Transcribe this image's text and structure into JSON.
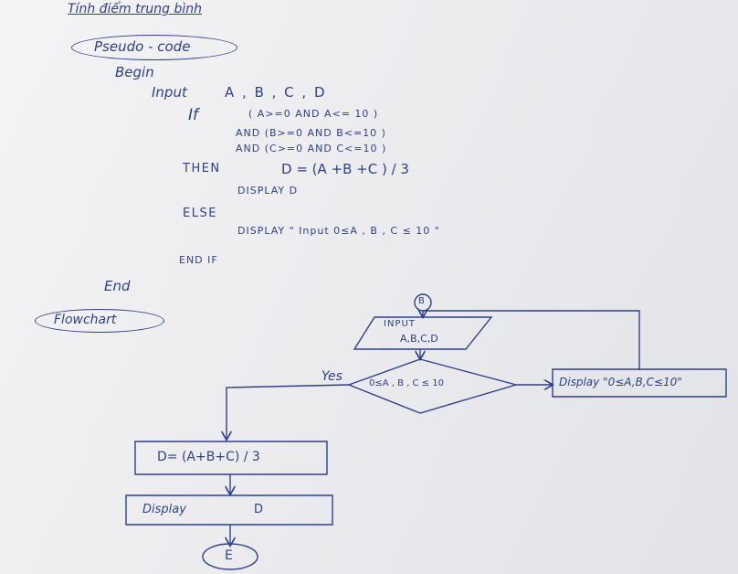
{
  "title": "Tính điểm trung bình",
  "pseudo_label": "Pseudo - code",
  "pseudo": {
    "begin": "Begin",
    "input": "Input",
    "input_vars": "A , B , C , D",
    "if": "If",
    "cond1": "( A>=0   AND      A<= 10 )",
    "cond2": "AND    (B>=0     AND   B<=10 )",
    "cond3": "AND    (C>=0     AND  C<=10 )",
    "then": "THEN",
    "formula": "D = (A +B +C ) / 3",
    "display1": "DISPLAY      D",
    "else": "ELSE",
    "display2": "DISPLAY      \" Input 0≤A , B , C ≤ 10 \"",
    "endif": "END IF",
    "end": "End"
  },
  "flow_label": "Flowchart",
  "flowchart": {
    "connector": "B",
    "input_line1": "INPUT",
    "input_line2": "A,B,C,D",
    "yes": "Yes",
    "decision": "0≤A , B , C  ≤ 10",
    "display_error": "Display \"0≤A,B,C≤10\"",
    "process": "D= (A+B+C) / 3",
    "display_d_label": "Display",
    "display_d_value": "D",
    "end": "E"
  }
}
